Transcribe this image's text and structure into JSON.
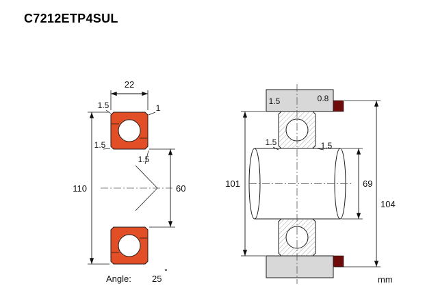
{
  "title": "C7212ETP4SUL",
  "unit_label": "mm",
  "colors": {
    "ring_orange": "#E24E26",
    "seal_maroon": "#6E0B0B",
    "housing_gray": "#D8D8D8"
  },
  "front_view": {
    "width_dim": "22",
    "outer_diameter_dim": "110",
    "bore_diameter_dim": "60",
    "chamfer_top_left": "1.5",
    "chamfer_top_right": "1",
    "chamfer_mid_left": "1.5",
    "chamfer_inner": "1.5",
    "angle_label": "Angle:",
    "angle_value": "25",
    "angle_degree_symbol": "°"
  },
  "mounted_view": {
    "abutment_top_left": "1.5",
    "abutment_top_right": "0.8",
    "fillet_left": "1.5",
    "fillet_right": "1.5",
    "housing_bore_dim": "101",
    "shaft_shoulder_dim": "69",
    "housing_shoulder_dim": "104"
  }
}
